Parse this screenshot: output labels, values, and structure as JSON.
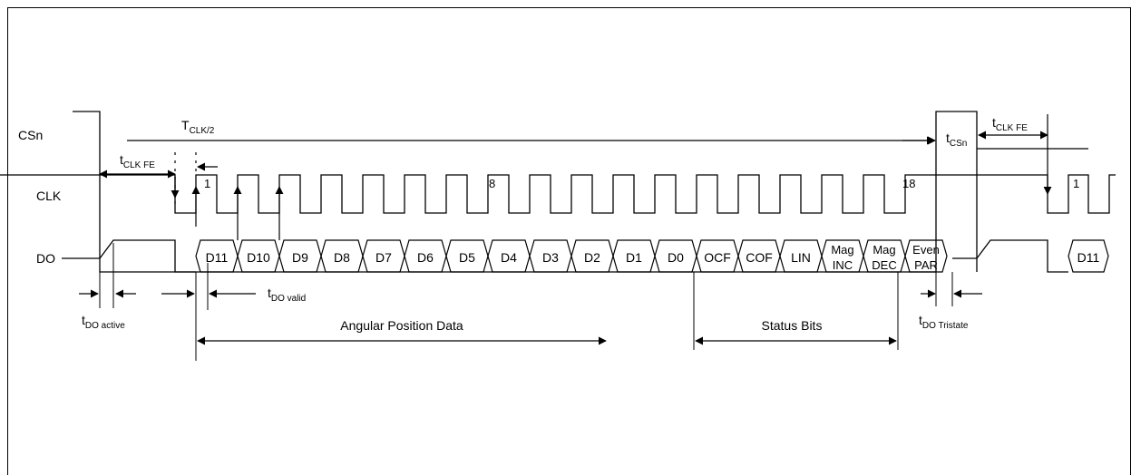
{
  "signals": {
    "csn": "CSn",
    "clk": "CLK",
    "do": "DO"
  },
  "clk_markers": {
    "first": "1",
    "eighth": "8",
    "eighteenth": "18",
    "restart": "1"
  },
  "timing": {
    "t_clk_half_main": "T",
    "t_clk_half_sub": "CLK/2",
    "t_clk_fe_main": "t",
    "t_clk_fe_sub": "CLK FE",
    "t_csn_main": "t",
    "t_csn_sub": "CSn",
    "t_do_valid_main": "t",
    "t_do_valid_sub": "DO valid",
    "t_do_active_main": "t",
    "t_do_active_sub": "DO active",
    "t_do_tristate_main": "t",
    "t_do_tristate_sub": "DO Tristate"
  },
  "data_bits": [
    "D11",
    "D10",
    "D9",
    "D8",
    "D7",
    "D6",
    "D5",
    "D4",
    "D3",
    "D2",
    "D1",
    "D0",
    "OCF",
    "COF",
    "LIN"
  ],
  "two_line_bits": [
    {
      "l1": "Mag",
      "l2": "INC"
    },
    {
      "l1": "Mag",
      "l2": "DEC"
    },
    {
      "l1": "Even",
      "l2": "PAR"
    }
  ],
  "next_bit": "D11",
  "ranges": {
    "angular": "Angular Position Data",
    "status": "Status Bits"
  }
}
